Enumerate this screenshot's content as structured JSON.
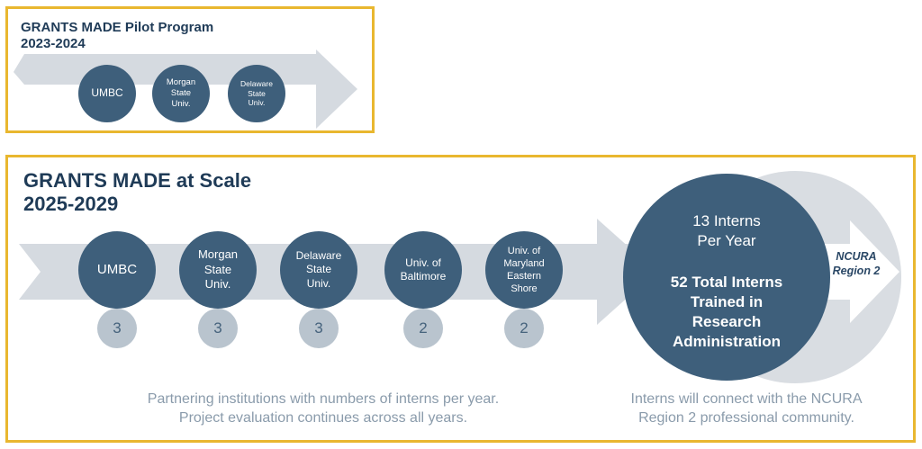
{
  "pilot": {
    "title_line1": "GRANTS MADE Pilot Program",
    "title_line2": "2023-2024",
    "institutions": [
      {
        "label_lines": [
          "UMBC"
        ]
      },
      {
        "label_lines": [
          "Morgan",
          "State",
          "Univ."
        ]
      },
      {
        "label_lines": [
          "Delaware",
          "State",
          "Univ."
        ]
      }
    ]
  },
  "scale": {
    "title_line1": "GRANTS MADE at Scale",
    "title_line2": "2025-2029",
    "institutions": [
      {
        "label_lines": [
          "UMBC"
        ],
        "interns": "3"
      },
      {
        "label_lines": [
          "Morgan",
          "State",
          "Univ."
        ],
        "interns": "3"
      },
      {
        "label_lines": [
          "Delaware",
          "State",
          "Univ."
        ],
        "interns": "3"
      },
      {
        "label_lines": [
          "Univ. of",
          "Baltimore"
        ],
        "interns": "2"
      },
      {
        "label_lines": [
          "Univ. of",
          "Maryland",
          "Eastern",
          "Shore"
        ],
        "interns": "2"
      }
    ],
    "summary": {
      "per_year_line1": "13 Interns",
      "per_year_line2": "Per Year",
      "total_line1": "52 Total Interns",
      "total_line2": "Trained in",
      "total_line3": "Research",
      "total_line4": "Administration"
    },
    "ncura_line1": "NCURA",
    "ncura_line2": "Region 2",
    "caption_left_line1": "Partnering institutions with numbers of interns per year.",
    "caption_left_line2": "Project evaluation continues across all years.",
    "caption_right_line1": "Interns will connect with the NCURA",
    "caption_right_line2": "Region 2 professional community."
  },
  "colors": {
    "border": "#e9b72f",
    "title": "#1f3b57",
    "circle": "#3e5f7b",
    "arrow": "#d5dae0",
    "small_circle": "#b9c4ce",
    "caption": "#8a9bab"
  }
}
